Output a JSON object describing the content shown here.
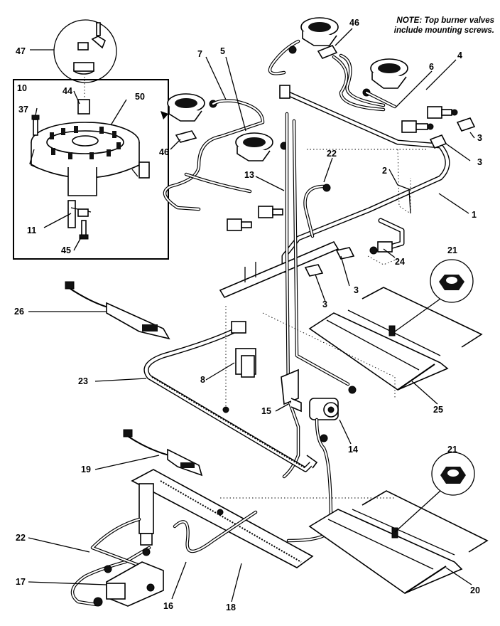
{
  "note": {
    "line1": "NOTE: Top burner valves",
    "line2": "include mounting screws."
  },
  "callouts": {
    "c47": "47",
    "c10": "10",
    "c44": "44",
    "c50": "50",
    "c37": "37",
    "c11": "11",
    "c45": "45",
    "c7": "7",
    "c5": "5",
    "c46a": "46",
    "c46b": "46",
    "c6": "6",
    "c4": "4",
    "c3a": "3",
    "c3b": "3",
    "c3c": "3",
    "c3d": "3",
    "c2": "2",
    "c1": "1",
    "c22a": "22",
    "c22b": "22",
    "c13": "13",
    "c24": "24",
    "c21a": "21",
    "c21b": "21",
    "c25": "25",
    "c26": "26",
    "c23": "23",
    "c8": "8",
    "c15": "15",
    "c14": "14",
    "c19": "19",
    "c17": "17",
    "c16": "16",
    "c18": "18",
    "c20": "20"
  }
}
